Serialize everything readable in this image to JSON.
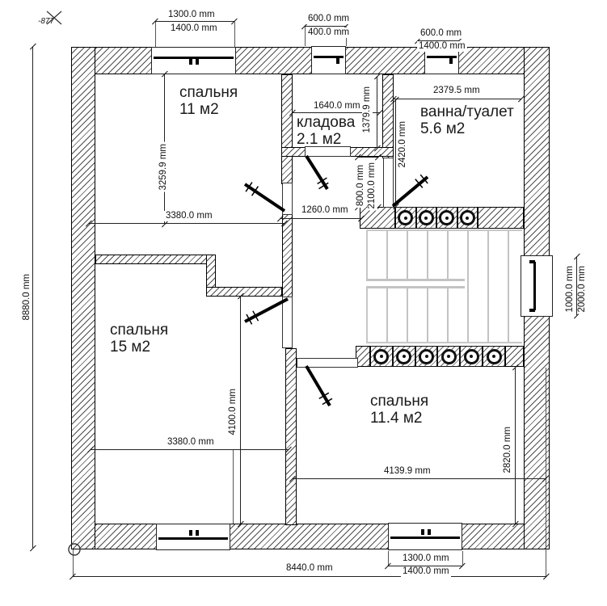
{
  "level_marker": "-877",
  "rooms": [
    {
      "name": "спальня",
      "area": "11 м2"
    },
    {
      "name": "кладова",
      "area": "2.1 м2"
    },
    {
      "name": "ванна/туалет",
      "area": "5.6 м2"
    },
    {
      "name": "спальня",
      "area": "15 м2"
    },
    {
      "name": "спальня",
      "area": "11.4 м2"
    }
  ],
  "dims": {
    "win_top_left_w": "1300.0 mm",
    "win_top_left_h": "1400.0 mm",
    "win_top_mid_w": "600.0 mm",
    "win_top_mid_h": "400.0 mm",
    "win_top_right_w": "600.0 mm",
    "win_top_right_h": "1400.0 mm",
    "win_bottom_w": "1300.0 mm",
    "win_bottom_h": "1400.0 mm",
    "win_right_w": "1000.0 mm",
    "win_right_h": "2000.0 mm",
    "overall_height": "8880.0 mm",
    "overall_width": "8440.0 mm",
    "bath_width": "2379.5 mm",
    "bath_height": "2420.0 mm",
    "closet_width": "1640.0 mm",
    "closet_height": "1379.9 mm",
    "hall_width": "1260.0 mm",
    "door_width": "800.0 mm",
    "door_height": "2100.0 mm",
    "bed11_height": "3259.9 mm",
    "bed11_width": "3380.0 mm",
    "bed15_width": "3380.0 mm",
    "bed15_height": "4100.0 mm",
    "bed114_width": "4139.9 mm",
    "bed114_height": "2820.0 mm"
  }
}
